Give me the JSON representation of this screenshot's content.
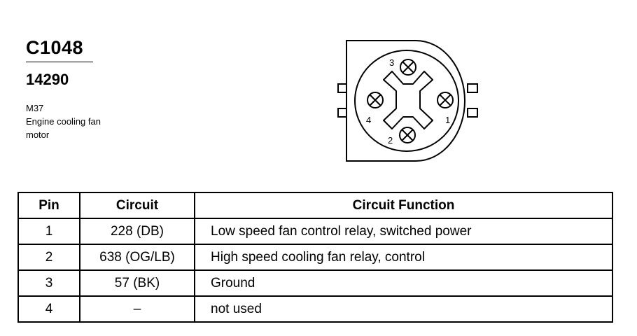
{
  "connector": {
    "id": "C1048",
    "part_number": "14290",
    "description": [
      "M37",
      "Engine cooling fan",
      "motor"
    ]
  },
  "diagram": {
    "pin_labels": [
      "1",
      "2",
      "3",
      "4"
    ]
  },
  "table": {
    "headers": [
      "Pin",
      "Circuit",
      "Circuit Function"
    ],
    "rows": [
      {
        "pin": "1",
        "circuit": "228 (DB)",
        "function": "Low speed fan control relay, switched power"
      },
      {
        "pin": "2",
        "circuit": "638 (OG/LB)",
        "function": "High speed cooling fan relay, control"
      },
      {
        "pin": "3",
        "circuit": "57 (BK)",
        "function": "Ground"
      },
      {
        "pin": "4",
        "circuit": "–",
        "function": "not used"
      }
    ]
  }
}
